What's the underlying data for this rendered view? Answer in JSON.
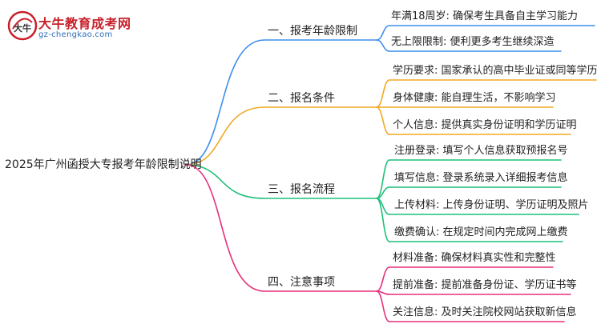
{
  "logo": {
    "title": "大牛教育成考网",
    "url": "gz-chengkao.com",
    "mark_text": "大牛"
  },
  "root": "2025年广州函授大专报考年龄限制说明",
  "colors": {
    "branch1": "#3d8ef0",
    "branch2": "#f0a820",
    "branch3": "#1fbf7a",
    "branch4": "#e6307a"
  },
  "branches": [
    {
      "label": "一、报考年龄限制",
      "leaves": [
        "年满18周岁: 确保考生具备自主学习能力",
        "无上限限制: 便利更多考生继续深造"
      ]
    },
    {
      "label": "二、报名条件",
      "leaves": [
        "学历要求: 国家承认的高中毕业证或同等学历",
        "身体健康: 能自理生活，不影响学习",
        "个人信息: 提供真实身份证明和学历证明"
      ]
    },
    {
      "label": "三、报名流程",
      "leaves": [
        "注册登录: 填写个人信息获取预报名号",
        "填写信息: 登录系统录入详细报考信息",
        "上传材料: 上传身份证明、学历证明及照片",
        "缴费确认: 在规定时间内完成网上缴费"
      ]
    },
    {
      "label": "四、注意事项",
      "leaves": [
        "材料准备: 确保材料真实性和完整性",
        "提前准备: 提前准备身份证、学历证书等",
        "关注信息: 及时关注院校网站获取新信息"
      ]
    }
  ]
}
